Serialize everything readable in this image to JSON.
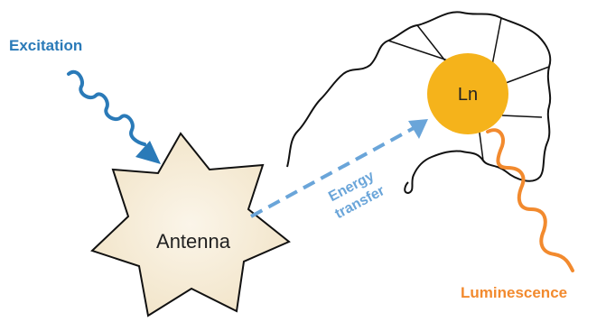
{
  "labels": {
    "excitation": "Excitation",
    "antenna": "Antenna",
    "ln": "Ln",
    "energy_transfer_line1": "Energy",
    "energy_transfer_line2": "transfer",
    "luminescence": "Luminescence"
  },
  "colors": {
    "excitation": "#2a7ab8",
    "antenna_fill": "#f7eedc",
    "antenna_stroke": "#111111",
    "ln_fill": "#f5b31b",
    "energy_transfer": "#6aa5d9",
    "luminescence": "#f28a2e",
    "ligand_outline": "#111111"
  },
  "icons": {
    "excitation_arrow": "wavy-arrow-icon",
    "luminescence_wave": "wavy-line-icon",
    "energy_arrow": "dashed-arrow-icon"
  }
}
